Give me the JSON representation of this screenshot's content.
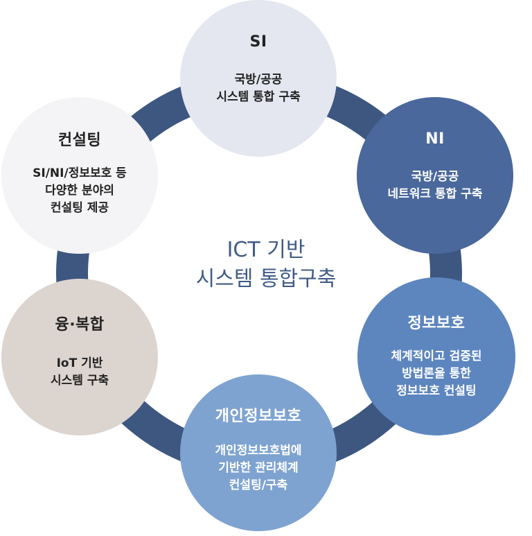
{
  "center": {
    "line1": "ICT 기반",
    "line2": "시스템 통합구축"
  },
  "nodes": [
    {
      "title": "SI",
      "lines": [
        "국방/공공",
        "시스템 통합 구축"
      ],
      "fill": "#e4e7f0",
      "text_color": "#222222"
    },
    {
      "title": "NI",
      "lines": [
        "국방/공공",
        "네트워크 통합 구축"
      ],
      "fill": "#4a689c",
      "text_color": "#ffffff"
    },
    {
      "title": "정보보호",
      "lines": [
        "체계적이고 검증된",
        "방법론을 통한",
        "정보보호 컨설팅"
      ],
      "fill": "#5d86bf",
      "text_color": "#ffffff"
    },
    {
      "title": "개인정보보호",
      "lines": [
        "개인정보보호법에",
        "기반한 관리체계",
        "컨설팅/구축"
      ],
      "fill": "#7ea3d0",
      "text_color": "#ffffff"
    },
    {
      "title": "융·복합",
      "lines": [
        "IoT 기반",
        "시스템 구축"
      ],
      "fill": "#dcd4cf",
      "text_color": "#222222"
    },
    {
      "title": "컨설팅",
      "lines": [
        "SI/NI/정보보호 등",
        "다양한 분야의",
        "컨설팅 제공"
      ],
      "fill": "#f4f4f6",
      "text_color": "#222222"
    }
  ],
  "ring_color": "#3d5781"
}
